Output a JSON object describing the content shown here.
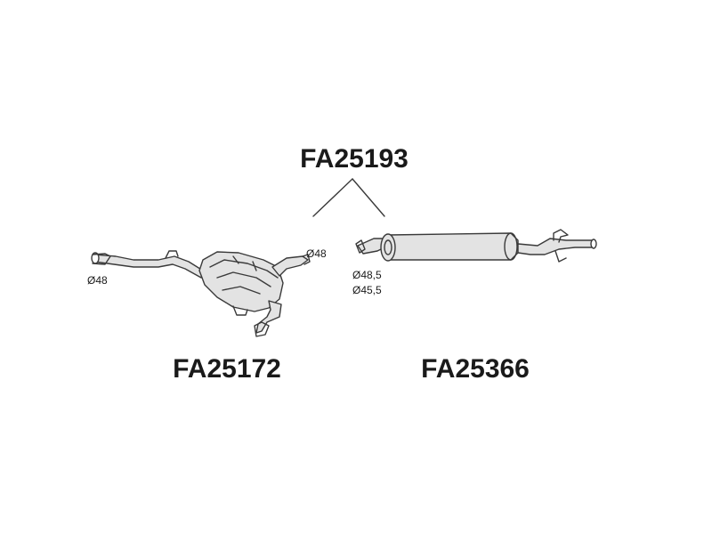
{
  "diagram": {
    "labels": {
      "top_part": "FA25193",
      "left_part": "FA25172",
      "right_part": "FA25366"
    },
    "dimensions": {
      "left_inlet": "Ø48",
      "left_outlet": "Ø48",
      "right_inlet_a": "Ø48,5",
      "right_inlet_b": "Ø45,5"
    },
    "colors": {
      "line": "#3a3a3a",
      "shade": "#e3e3e3",
      "background": "#ffffff"
    }
  }
}
